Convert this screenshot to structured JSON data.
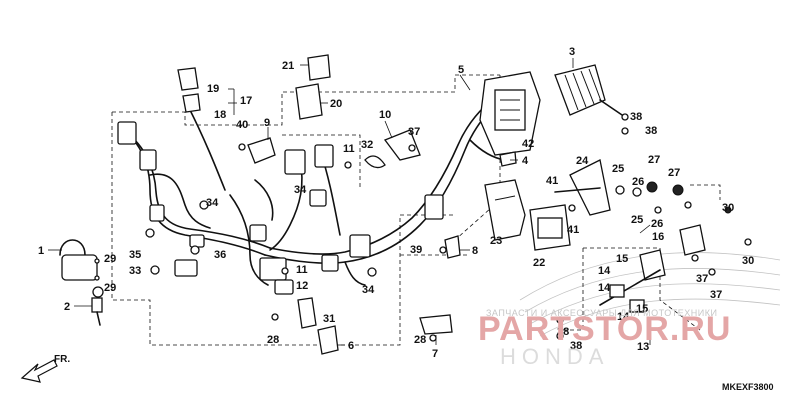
{
  "diagram": {
    "code": "MKEXF3800",
    "direction_label": "FR.",
    "part_labels": [
      {
        "num": "1"
      },
      {
        "num": "2"
      },
      {
        "num": "3"
      },
      {
        "num": "4"
      },
      {
        "num": "5"
      },
      {
        "num": "6"
      },
      {
        "num": "7"
      },
      {
        "num": "8"
      },
      {
        "num": "9"
      },
      {
        "num": "10"
      },
      {
        "num": "11"
      },
      {
        "num": "12"
      },
      {
        "num": "13"
      },
      {
        "num": "14"
      },
      {
        "num": "15"
      },
      {
        "num": "16"
      },
      {
        "num": "17"
      },
      {
        "num": "18"
      },
      {
        "num": "19"
      },
      {
        "num": "20"
      },
      {
        "num": "21"
      },
      {
        "num": "22"
      },
      {
        "num": "23"
      },
      {
        "num": "24"
      },
      {
        "num": "25"
      },
      {
        "num": "26"
      },
      {
        "num": "27"
      },
      {
        "num": "28"
      },
      {
        "num": "29"
      },
      {
        "num": "30"
      },
      {
        "num": "31"
      },
      {
        "num": "32"
      },
      {
        "num": "33"
      },
      {
        "num": "34"
      },
      {
        "num": "35"
      },
      {
        "num": "36"
      },
      {
        "num": "37"
      },
      {
        "num": "38"
      },
      {
        "num": "39"
      },
      {
        "num": "40"
      },
      {
        "num": "41"
      },
      {
        "num": "42"
      }
    ]
  },
  "watermark": {
    "site": "PARTSTOR.RU",
    "tagline": "ЗАПЧАСТИ И АКСЕССУАРЫ ДЛЯ МОТОТЕХНИКИ",
    "brand": "HONDA"
  }
}
